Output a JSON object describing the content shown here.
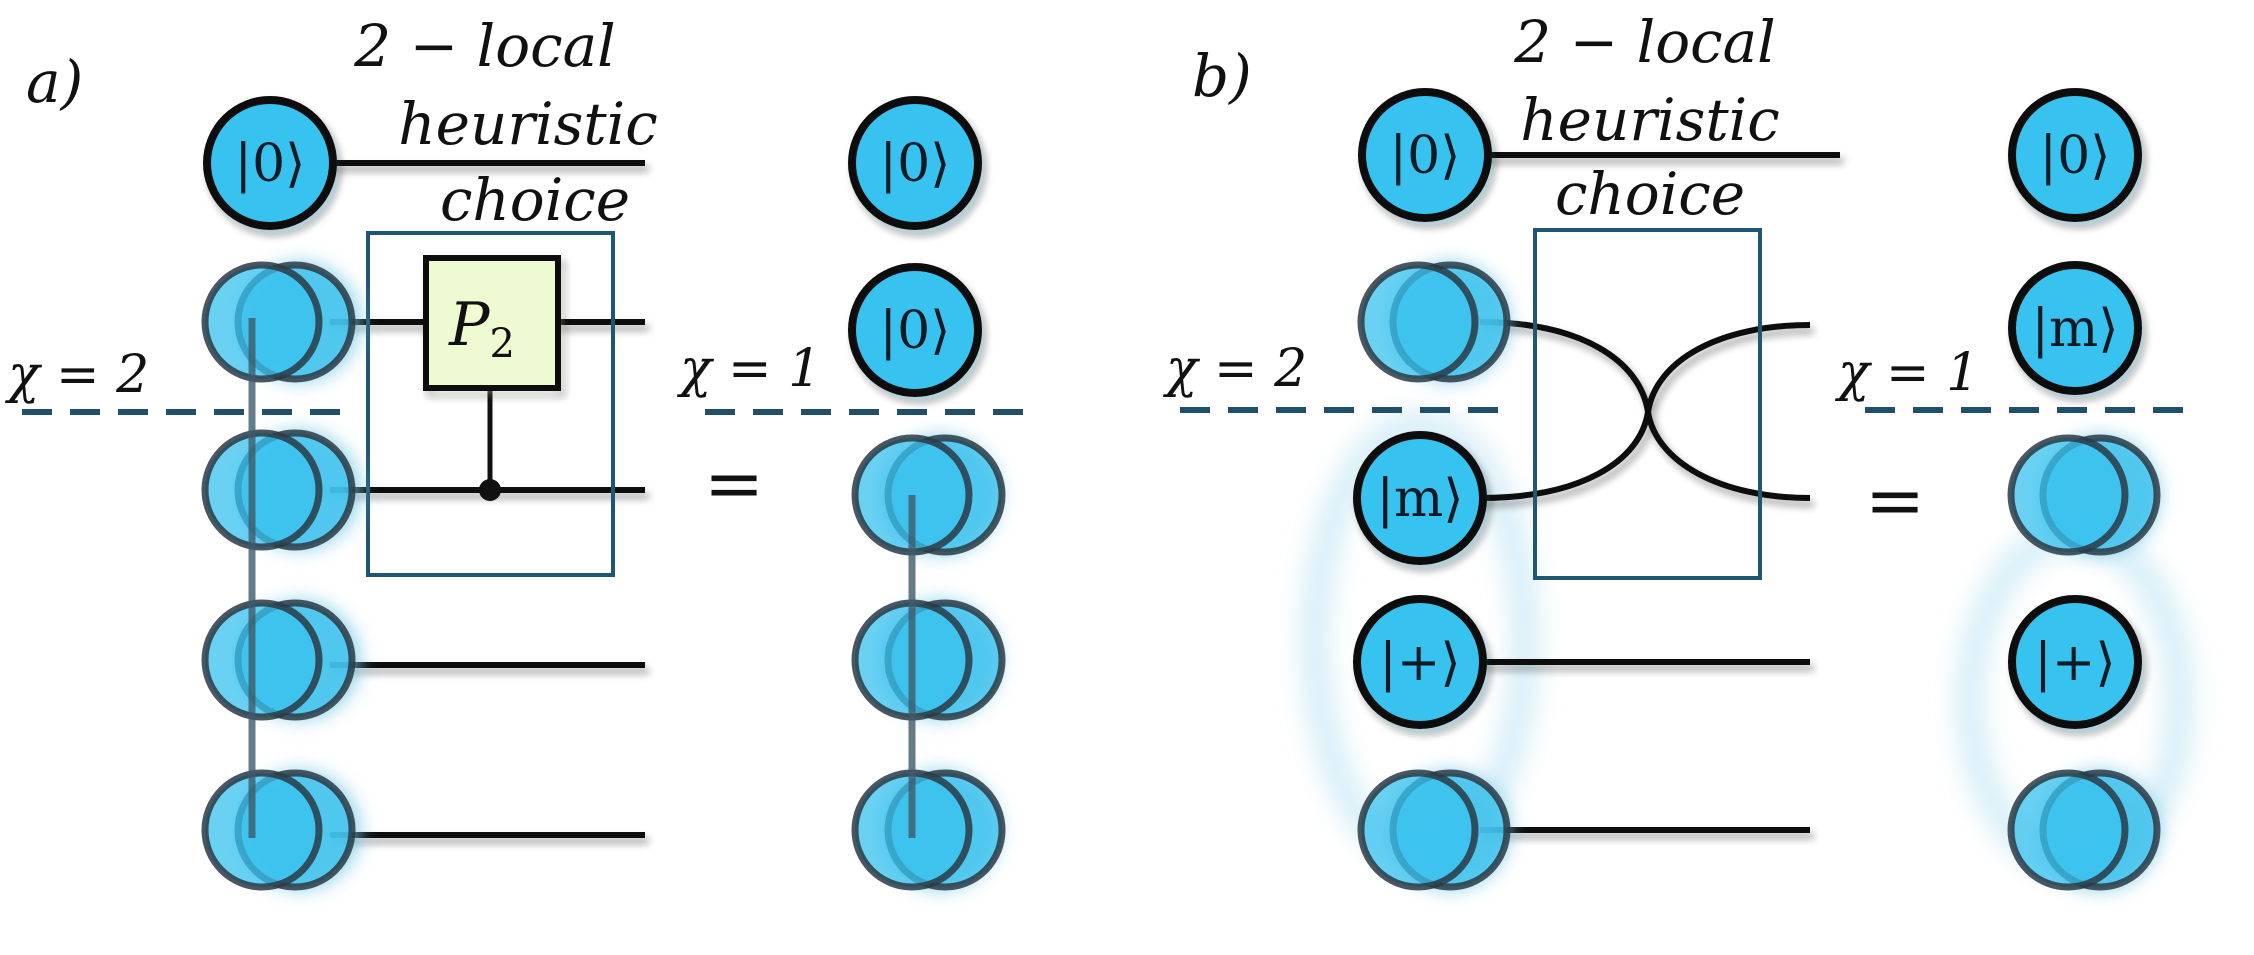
{
  "colors": {
    "node_fill": "#38c2ef",
    "node_stroke": "#0e0e0e",
    "glow": "#6fc7e6",
    "box": "#1f5673",
    "dash": "#1f4f6b",
    "gate_fill": "#eefad2"
  },
  "panel_a": {
    "label": "a)",
    "title_lines": [
      "2 − local",
      "heuristic",
      "choice"
    ],
    "chi_left": "χ = 2",
    "chi_right": "χ = 1",
    "equals": "=",
    "gate_label": "P",
    "gate_subscript": "2",
    "ket_top": "|0⟩",
    "ket_right_1": "|0⟩",
    "ket_right_2": "|0⟩"
  },
  "panel_b": {
    "label": "b)",
    "title_lines": [
      "2 − local",
      "heuristic",
      "choice"
    ],
    "chi_left": "χ = 2",
    "chi_right": "χ = 1",
    "equals": "=",
    "ket_top": "|0⟩",
    "ket_m": "|m⟩",
    "ket_plus": "|+⟩",
    "ket_right_1": "|0⟩",
    "ket_right_2": "|m⟩",
    "ket_right_plus": "|+⟩"
  }
}
